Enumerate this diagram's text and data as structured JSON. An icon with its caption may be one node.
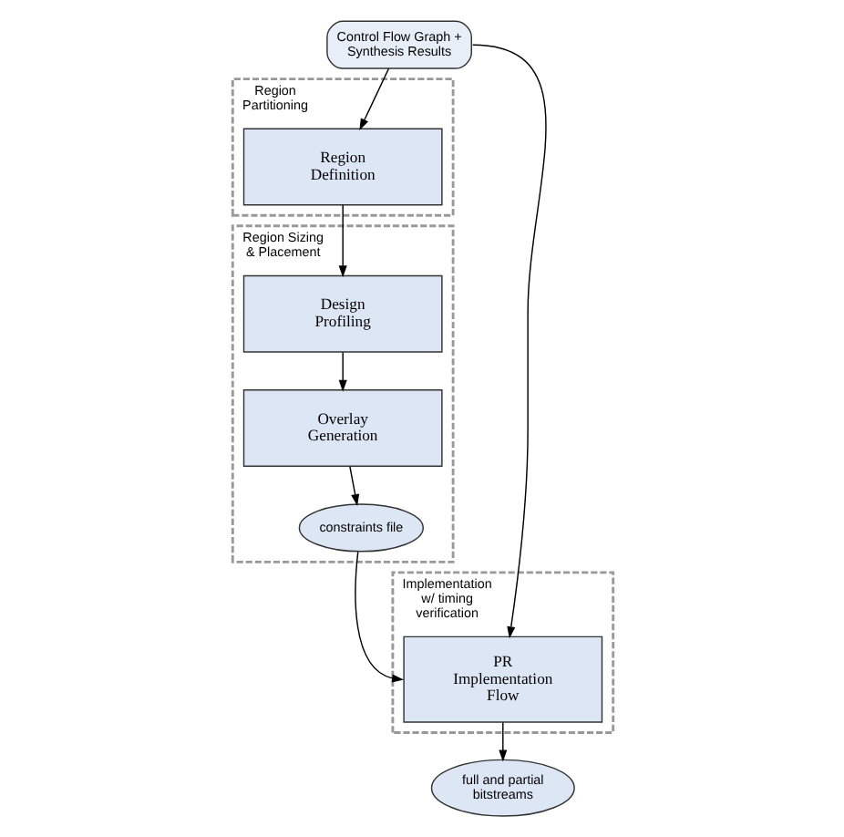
{
  "diagram": {
    "nodes": [
      {
        "text": [
          "Control Flow Graph + Synthesis Results"
        ]
      },
      {
        "text": [
          "Region Partitioning"
        ]
      },
      {
        "text": [
          "Region Definition"
        ],
        "in": 1
      },
      {
        "text": [
          "Region Sizing & Placement"
        ]
      },
      {
        "text": [
          "Design Profiling"
        ],
        "in": 3
      },
      {
        "text": [
          "Overlay Generation"
        ],
        "in": 3
      },
      {
        "text": [
          "constraints file"
        ],
        "in": 3
      },
      {
        "text": [
          "Implementation w/ timing verification"
        ]
      },
      {
        "text": [
          "PR Implementation Flow"
        ],
        "in": 7
      },
      {
        "text": [
          "full and partial bitstreams"
        ]
      }
    ],
    "edges": [
      {
        "from": 0,
        "to": 2,
        "arrow": "to"
      },
      {
        "from": 2,
        "to": 4,
        "arrow": "to"
      },
      {
        "from": 4,
        "to": 5,
        "arrow": "to"
      },
      {
        "from": 5,
        "to": 6,
        "arrow": "to"
      },
      {
        "from": 6,
        "to": 8,
        "arrow": "to"
      },
      {
        "from": 0,
        "to": 8,
        "arrow": "to"
      },
      {
        "from": 8,
        "to": 9,
        "arrow": "to"
      }
    ]
  }
}
